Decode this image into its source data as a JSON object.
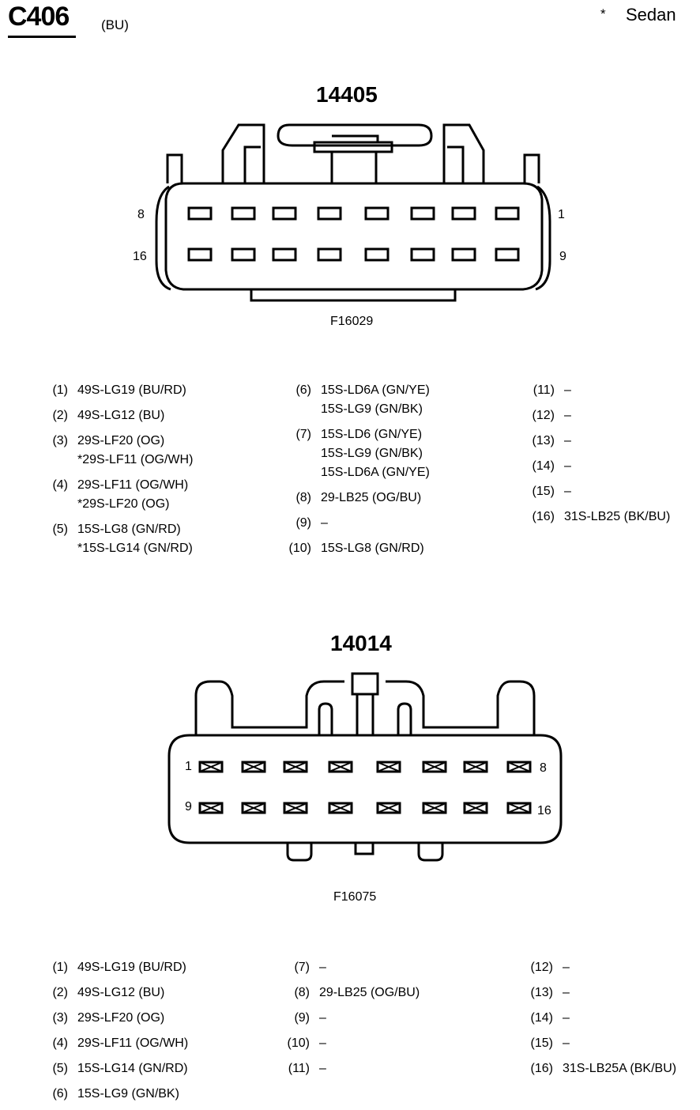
{
  "header": {
    "connector_id": "C406",
    "connector_color": "(BU)",
    "footnote_symbol": "*",
    "footnote_text": "Sedan"
  },
  "connector_a": {
    "part_number": "14405",
    "figure_id": "F16029",
    "pin_labels": {
      "top_left": "8",
      "top_right": "1",
      "bottom_left": "16",
      "bottom_right": "9"
    },
    "pins": [
      {
        "num": "(1)",
        "lines": [
          "49S-LG19 (BU/RD)"
        ]
      },
      {
        "num": "(2)",
        "lines": [
          "49S-LG12 (BU)"
        ]
      },
      {
        "num": "(3)",
        "lines": [
          "29S-LF20 (OG)",
          "*29S-LF11 (OG/WH)"
        ]
      },
      {
        "num": "(4)",
        "lines": [
          "29S-LF11 (OG/WH)",
          "*29S-LF20 (OG)"
        ]
      },
      {
        "num": "(5)",
        "lines": [
          "15S-LG8 (GN/RD)",
          "*15S-LG14 (GN/RD)"
        ]
      },
      {
        "num": "(6)",
        "lines": [
          "15S-LD6A (GN/YE)",
          "15S-LG9 (GN/BK)"
        ]
      },
      {
        "num": "(7)",
        "lines": [
          "15S-LD6 (GN/YE)",
          "15S-LG9 (GN/BK)",
          "15S-LD6A (GN/YE)"
        ]
      },
      {
        "num": "(8)",
        "lines": [
          "29-LB25 (OG/BU)"
        ]
      },
      {
        "num": "(9)",
        "lines": [
          "–"
        ]
      },
      {
        "num": "(10)",
        "lines": [
          "15S-LG8 (GN/RD)"
        ]
      },
      {
        "num": "(11)",
        "lines": [
          "–"
        ]
      },
      {
        "num": "(12)",
        "lines": [
          "–"
        ]
      },
      {
        "num": "(13)",
        "lines": [
          "–"
        ]
      },
      {
        "num": "(14)",
        "lines": [
          "–"
        ]
      },
      {
        "num": "(15)",
        "lines": [
          "–"
        ]
      },
      {
        "num": "(16)",
        "lines": [
          "31S-LB25 (BK/BU)"
        ]
      }
    ]
  },
  "connector_b": {
    "part_number": "14014",
    "figure_id": "F16075",
    "pin_labels": {
      "top_left": "1",
      "top_right": "8",
      "bottom_left": "9",
      "bottom_right": "16"
    },
    "pins": [
      {
        "num": "(1)",
        "lines": [
          "49S-LG19 (BU/RD)"
        ]
      },
      {
        "num": "(2)",
        "lines": [
          "49S-LG12 (BU)"
        ]
      },
      {
        "num": "(3)",
        "lines": [
          "29S-LF20 (OG)"
        ]
      },
      {
        "num": "(4)",
        "lines": [
          "29S-LF11 (OG/WH)"
        ]
      },
      {
        "num": "(5)",
        "lines": [
          "15S-LG14 (GN/RD)"
        ]
      },
      {
        "num": "(6)",
        "lines": [
          "15S-LG9 (GN/BK)"
        ]
      },
      {
        "num": "(7)",
        "lines": [
          "–"
        ]
      },
      {
        "num": "(8)",
        "lines": [
          "29-LB25 (OG/BU)"
        ]
      },
      {
        "num": "(9)",
        "lines": [
          "–"
        ]
      },
      {
        "num": "(10)",
        "lines": [
          "–"
        ]
      },
      {
        "num": "(11)",
        "lines": [
          "–"
        ]
      },
      {
        "num": "(12)",
        "lines": [
          "–"
        ]
      },
      {
        "num": "(13)",
        "lines": [
          "–"
        ]
      },
      {
        "num": "(14)",
        "lines": [
          "–"
        ]
      },
      {
        "num": "(15)",
        "lines": [
          "–"
        ]
      },
      {
        "num": "(16)",
        "lines": [
          "31S-LB25A (BK/BU)"
        ]
      }
    ]
  }
}
